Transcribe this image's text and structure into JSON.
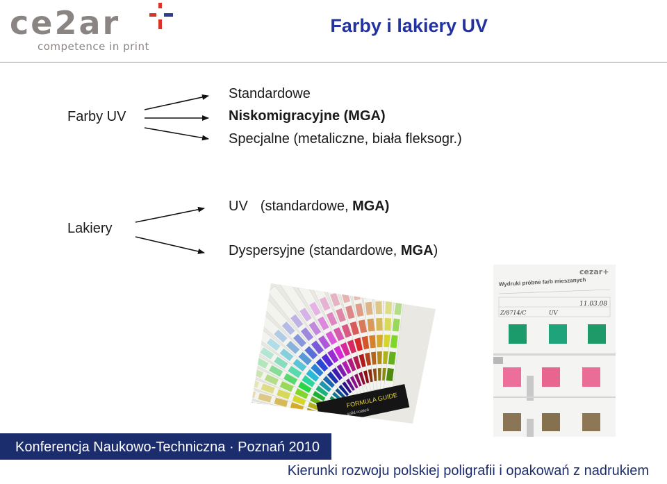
{
  "logo": {
    "word": "ce2ar",
    "tagline": "competence in print"
  },
  "title": "Farby i lakiery UV",
  "farby": {
    "label": "Farby UV",
    "items": [
      {
        "text": "Standardowe"
      },
      {
        "text": "Niskomigracyjne (MGA)"
      },
      {
        "text": "Specjalne (metaliczne, biała fleksogr.)"
      }
    ]
  },
  "lakiery": {
    "label": "Lakiery",
    "uv_prefix": "UV",
    "uv_middle": "(standardowe, ",
    "uv_bold": "MGA)",
    "disp_prefix": "Dyspersyjne (standardowe, ",
    "disp_bold": "MGA",
    "disp_suffix": ")"
  },
  "photos": {
    "fan_label": "FORMULA GUIDE",
    "fan_sublabel": "solid coated",
    "sheet_logo": "cezar+",
    "sheet_title": "Wydruki próbne farb mieszanych",
    "sheet_date": "11.03.08",
    "sheet_code": "Z/8714/C",
    "sheet_uv": "UV"
  },
  "footer": {
    "banner": "Konferencja Naukowo-Techniczna · Poznań 2010",
    "subtitle": "Kierunki rozwoju polskiej poligrafii i opakowań z nadrukiem"
  },
  "colors": {
    "title": "#2233a0",
    "banner_bg": "#1c2d6e",
    "logo_gray": "#8a8582",
    "logo_red": "#d8322b",
    "logo_blue": "#2f3d8f"
  }
}
